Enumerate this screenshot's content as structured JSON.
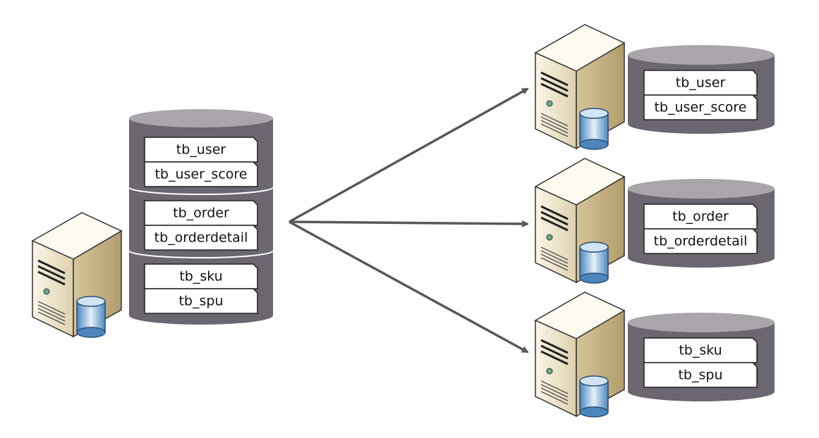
{
  "source": {
    "groups": [
      {
        "tables": [
          "tb_user",
          "tb_user_score"
        ]
      },
      {
        "tables": [
          "tb_order",
          "tb_orderdetail"
        ]
      },
      {
        "tables": [
          "tb_sku",
          "tb_spu"
        ]
      }
    ]
  },
  "targets": [
    {
      "tables": [
        "tb_user",
        "tb_user_score"
      ]
    },
    {
      "tables": [
        "tb_order",
        "tb_orderdetail"
      ]
    },
    {
      "tables": [
        "tb_sku",
        "tb_spu"
      ]
    }
  ],
  "colors": {
    "cylinder_body": "#6b6670",
    "cylinder_top": "#a9a5ab",
    "arrow": "#595959",
    "server": "#e8dcc0",
    "db_icon": "#6fa3cf"
  }
}
